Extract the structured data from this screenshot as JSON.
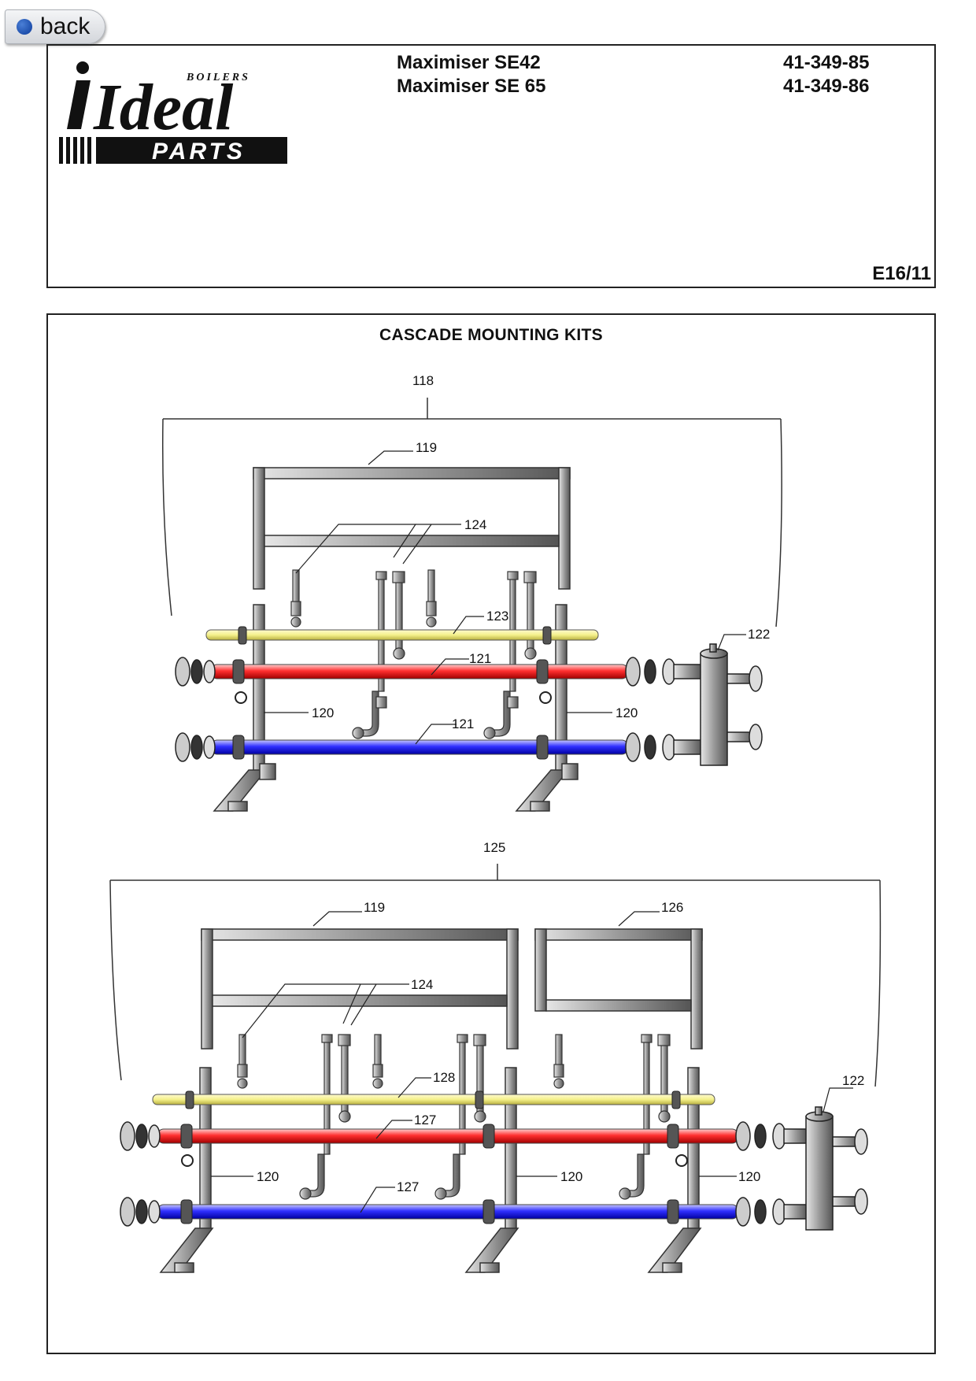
{
  "back_button": {
    "label": "back"
  },
  "logo": {
    "brand": "Ideal",
    "tagline": "BOILERS",
    "sub": "PARTS"
  },
  "header": {
    "models": [
      "Maximiser SE42",
      "Maximiser SE 65"
    ],
    "part_numbers": [
      "41-349-85",
      "41-349-86"
    ],
    "issue": "E16/11"
  },
  "diagram": {
    "title": "CASCADE MOUNTING KITS",
    "kit1": {
      "kit": "118",
      "frame": "119",
      "valves": "124",
      "gas_pipe": "123",
      "upper_pipe": "121",
      "lower_pipe": "121",
      "leg_left": "120",
      "leg_right": "120",
      "header": "122"
    },
    "kit2": {
      "kit": "125",
      "frame": "119",
      "frame2": "126",
      "valves": "124",
      "gas_pipe": "128",
      "upper_pipe": "127",
      "lower_pipe": "127",
      "leg_left": "120",
      "leg_mid": "120",
      "leg_right": "120",
      "header": "122"
    },
    "colors": {
      "gas": "#f4f08a",
      "flow": "#e8232a",
      "return": "#2a2ad6",
      "frame": "#9a9a9a"
    }
  }
}
